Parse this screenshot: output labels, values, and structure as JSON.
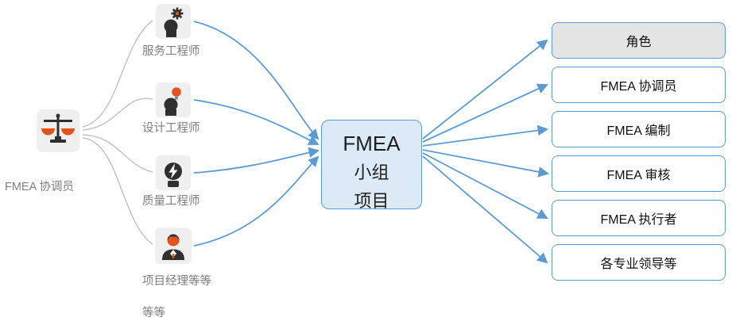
{
  "coordinator": {
    "label": "FMEA 协调员",
    "icon": "balance-scale-icon"
  },
  "team_members": [
    {
      "label": "服务工程师",
      "icon": "gear-head-icon"
    },
    {
      "label": "设计工程师",
      "icon": "bulb-head-icon"
    },
    {
      "label": "质量工程师",
      "icon": "lightning-head-icon"
    },
    {
      "label": "项目经理等等",
      "label_extra": "等等",
      "icon": "person-icon"
    }
  ],
  "center_node": {
    "line1": "FMEA",
    "line2": "小组",
    "line3": "项目"
  },
  "roles": [
    {
      "label": "角色",
      "is_header": true
    },
    {
      "label": "FMEA 协调员",
      "is_header": false
    },
    {
      "label": "FMEA 编制",
      "is_header": false
    },
    {
      "label": "FMEA 审核",
      "is_header": false
    },
    {
      "label": "FMEA 执行者",
      "is_header": false
    },
    {
      "label": "各专业领导等",
      "is_header": false
    }
  ],
  "colors": {
    "arrow_blue": "#5b9bd5",
    "box_fill": "#dce9f6",
    "header_fill": "#e4e4e4",
    "accent_orange": "#e2541c",
    "icon_dark": "#2f2f2f",
    "label_gray": "#7f7f7f",
    "bracket_gray": "#c3c3c3"
  }
}
